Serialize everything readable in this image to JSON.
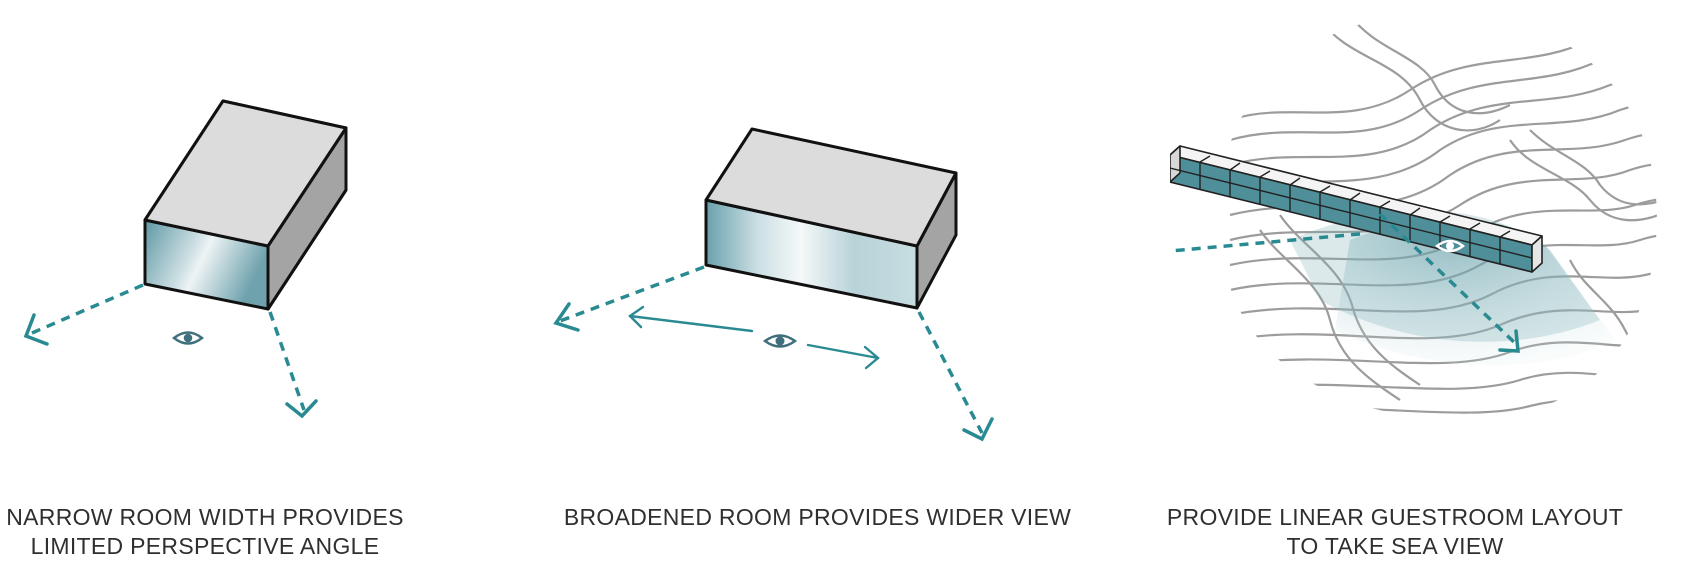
{
  "panels": [
    {
      "caption_line1": "NARROW ROOM WIDTH PROVIDES",
      "caption_line2": "LIMITED PERSPECTIVE ANGLE"
    },
    {
      "caption_line1": "BROADENED ROOM PROVIDES WIDER VIEW"
    },
    {
      "caption_line1": "PROVIDE LINEAR GUESTROOM LAYOUT",
      "caption_line2": "TO TAKE SEA VIEW"
    }
  ],
  "colors": {
    "teal": "#2a8a91",
    "box_top": "#dcdcdc",
    "box_side": "#a4a4a4",
    "eye": "#3f6f7c",
    "contour": "#9c9c9c"
  },
  "icons": [
    "eye-icon",
    "arrow-head-icon"
  ]
}
